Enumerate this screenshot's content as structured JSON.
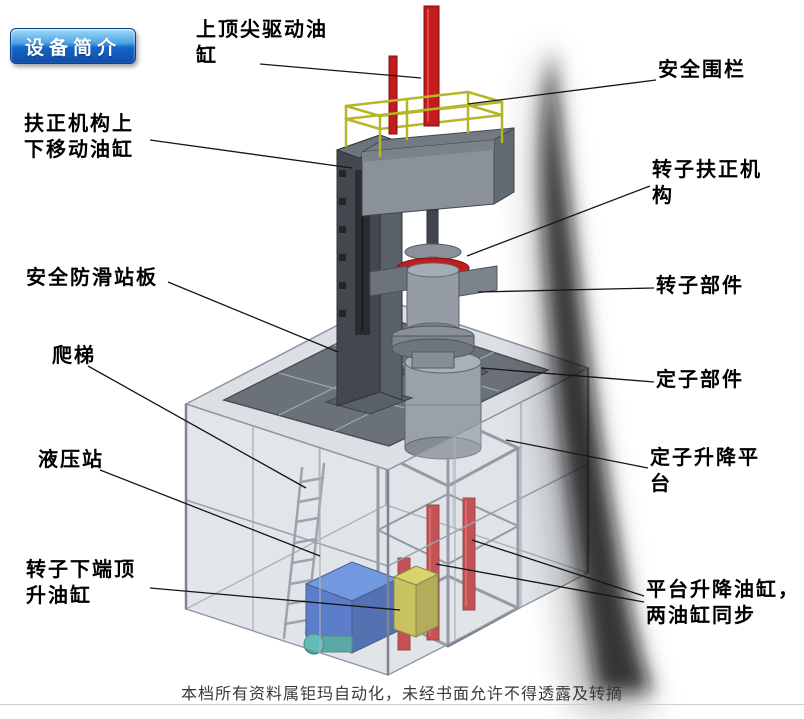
{
  "badge": {
    "label": "设备简介"
  },
  "labels": {
    "top_cylinder": "上顶尖驱动油缸",
    "safety_fence": "安全围栏",
    "centering_cylinder": "扶正机构上下移动油缸",
    "rotor_centering": "转子扶正机构",
    "antislip_board": "安全防滑站板",
    "rotor_part": "转子部件",
    "ladder": "爬梯",
    "stator_part": "定子部件",
    "hydraulic_station": "液压站",
    "stator_lift_platform": "定子升降平台",
    "rotor_jack_cylinder": "转子下端顶升油缸",
    "platform_lift_cylinders": "平台升降油缸，两油缸同步"
  },
  "footer": {
    "text": "本档所有资料属钜玛自动化，未经书面允许不得透露及转摘"
  },
  "colors": {
    "badge_blue": "#1565c8",
    "cylinder_red": "#c41c1c",
    "railing_yellow": "#b6b628",
    "hydraulic_blue": "#2a57c0",
    "structure_gray": "#6b7179"
  }
}
